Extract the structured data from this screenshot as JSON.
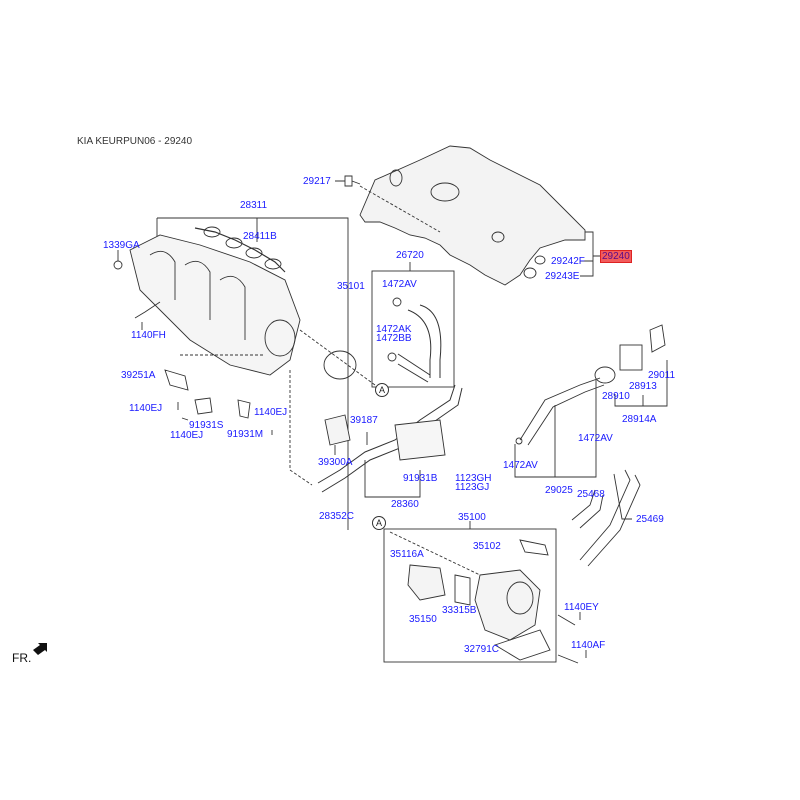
{
  "title": "KIA KEURPUN06 - 29240",
  "highlighted_part": "29240",
  "highlight_color": "#f25c5c",
  "label_color": "#1a1aff",
  "front_indicator": "FR.",
  "callouts": {
    "A1": "A",
    "A2": "A"
  },
  "parts": {
    "p29217": "29217",
    "p28311": "28311",
    "p28411B": "28411B",
    "p1339GA": "1339GA",
    "p35101": "35101",
    "p26720": "26720",
    "p1472AV_a": "1472AV",
    "p1472AK": "1472AK",
    "p1472BB": "1472BB",
    "p1140FH": "1140FH",
    "p29240": "29240",
    "p29242F": "29242F",
    "p29243E": "29243E",
    "p39251A": "39251A",
    "p1140EJ_a": "1140EJ",
    "p91931S": "91931S",
    "p1140EJ_b": "1140EJ",
    "p91931M": "91931M",
    "p1140EJ_c": "1140EJ",
    "p39187": "39187",
    "p39300A": "39300A",
    "p91931B": "91931B",
    "p1123GH": "1123GH",
    "p1123GJ": "1123GJ",
    "p28360": "28360",
    "p28352C": "28352C",
    "p29011": "29011",
    "p28913": "28913",
    "p28910": "28910",
    "p28914A": "28914A",
    "p1472AV_b": "1472AV",
    "p1472AV_c": "1472AV",
    "p29025": "29025",
    "p25468": "25468",
    "p25469": "25469",
    "p35100": "35100",
    "p35102": "35102",
    "p35116A": "35116A",
    "p33315B": "33315B",
    "p35150": "35150",
    "p1140EY": "1140EY",
    "p32791C": "32791C",
    "p1140AF": "1140AF"
  }
}
